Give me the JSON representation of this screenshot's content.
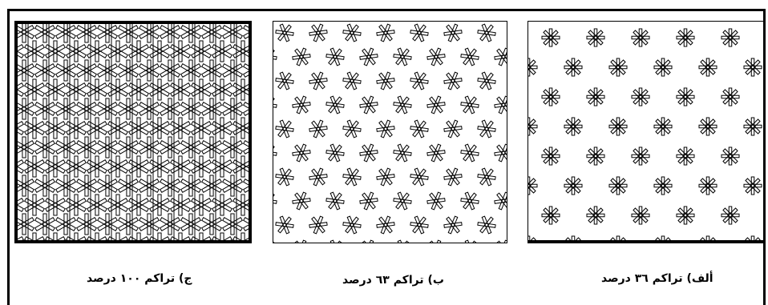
{
  "figure": {
    "panels": [
      {
        "id": "c",
        "caption": "ج) تراکم ۱۰۰ درصد",
        "density_percent": 100
      },
      {
        "id": "b",
        "caption": "ب) تراکم ٦٣ درصد",
        "density_percent": 63
      },
      {
        "id": "a",
        "caption": "ألف) تراکم ٣٦ درصد",
        "density_percent": 36
      }
    ]
  },
  "colors": {
    "stroke": "#000000",
    "background": "#ffffff"
  },
  "icons": {
    "pattern_unit": "asterisk-star-icon"
  }
}
